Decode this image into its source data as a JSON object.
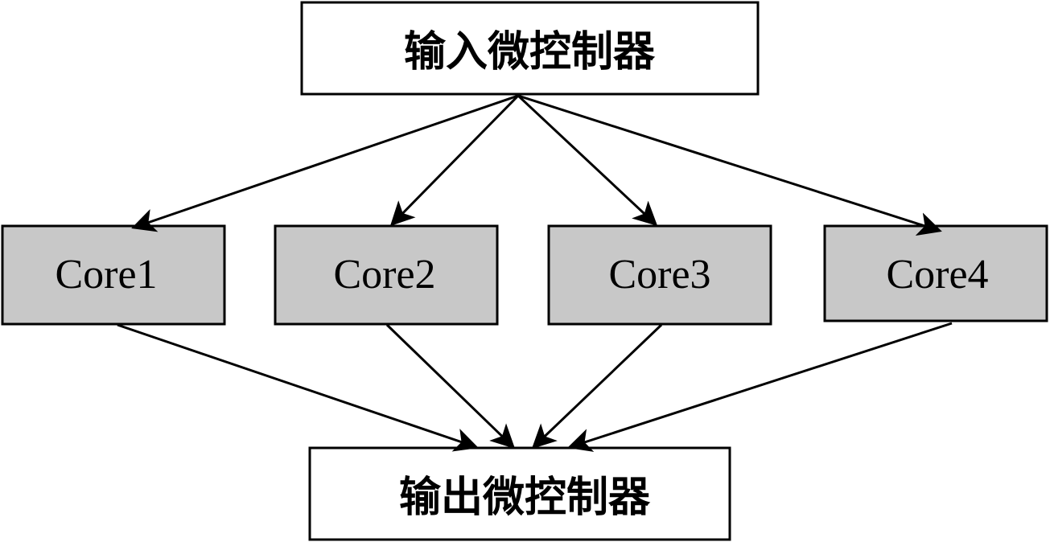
{
  "diagram": {
    "input_controller": "输入微控制器",
    "output_controller": "输出微控制器",
    "cores": [
      {
        "label": "Core1"
      },
      {
        "label": "Core2"
      },
      {
        "label": "Core3"
      },
      {
        "label": "Core4"
      }
    ]
  },
  "colors": {
    "core_fill": "#c8c8c8",
    "controller_fill": "#ffffff",
    "stroke": "#000000"
  }
}
